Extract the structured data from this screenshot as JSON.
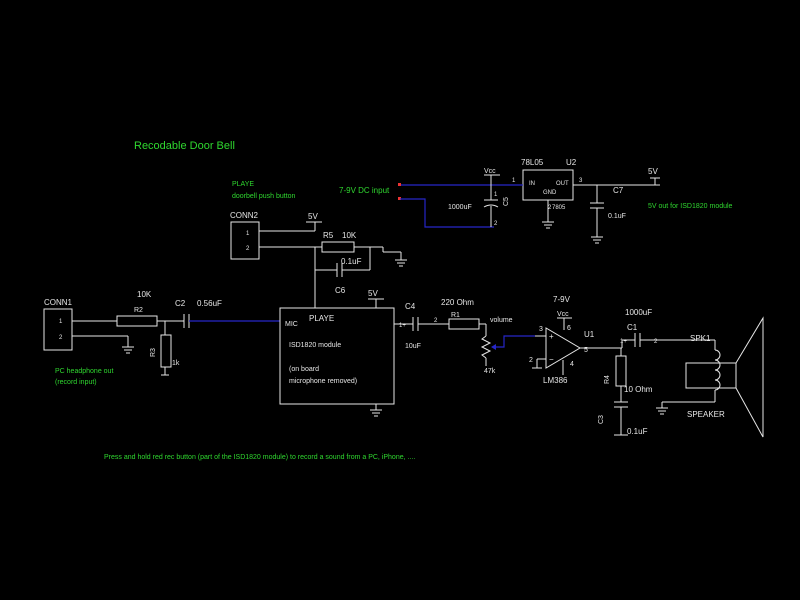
{
  "title": "Recodable Door Bell",
  "note": "Press and hold red rec button (part of the ISD1820 module) to record a sound from a PC, iPhone, ....",
  "conn1": {
    "ref": "CONN1",
    "pin1": "1",
    "pin2": "2",
    "note1": "PC headphone out",
    "note2": "(record input)"
  },
  "r2": {
    "ref": "R2",
    "value": "10K"
  },
  "r3": {
    "ref": "R3",
    "value": "1k"
  },
  "c2": {
    "ref": "C2",
    "value": "0.56uF"
  },
  "conn2": {
    "label1": "PLAYE",
    "label2": "doorbell push button",
    "ref": "CONN2",
    "pin1": "1",
    "pin2": "2",
    "supply": "5V"
  },
  "r5": {
    "ref": "R5",
    "value": "10K"
  },
  "c6": {
    "ref": "C6",
    "value": "0.1uF"
  },
  "module": {
    "ref": "PLAYE",
    "mic": "MIC",
    "name": "ISD1820 module",
    "line2": "(on board",
    "line3": "microphone removed)",
    "supply": "5V"
  },
  "c4": {
    "ref": "C4",
    "value": "10uF",
    "pin1": "1+"
  },
  "r1": {
    "ref": "R1",
    "value": "220 Ohm",
    "pin2": "2"
  },
  "pot": {
    "label": "volume",
    "value": "47k"
  },
  "amp": {
    "supply": "7-9V",
    "vcc": "Vcc",
    "plus": "+",
    "minus": "−",
    "pin3": "3",
    "pin6": "6",
    "pin2": "2",
    "pin4": "4",
    "pin5": "5",
    "ref": "U1",
    "model": "LM386"
  },
  "c1": {
    "ref": "C1",
    "value": "1000uF",
    "pin1": "1+",
    "pin2": "2"
  },
  "r4": {
    "ref": "R4",
    "value": "10 Ohm"
  },
  "c3": {
    "ref": "C3",
    "value": "0.1uF"
  },
  "spk": {
    "ref": "SPK1",
    "label": "SPEAKER"
  },
  "reg": {
    "model": "78L05",
    "ref": "U2",
    "in": "IN",
    "out": "OUT",
    "gnd": "GND",
    "pin1": "1",
    "pin3": "3",
    "pin2": "2",
    "part": "7805",
    "vout": "5V"
  },
  "supply": {
    "input_label": "7-9V DC input",
    "vcc": "Vcc",
    "output_note": "5V out for ISD1820 module"
  },
  "c5": {
    "ref": "C5",
    "value": "1000uF",
    "pin1": "1",
    "pin2": "2"
  },
  "c7": {
    "ref": "C7",
    "value": "0.1uF"
  },
  "colors": {
    "background": "#000000",
    "text_green": "#2fd72f",
    "component_white": "#e6e6e6",
    "wire_blue": "#2626c8",
    "junction_red": "#ee3333"
  }
}
